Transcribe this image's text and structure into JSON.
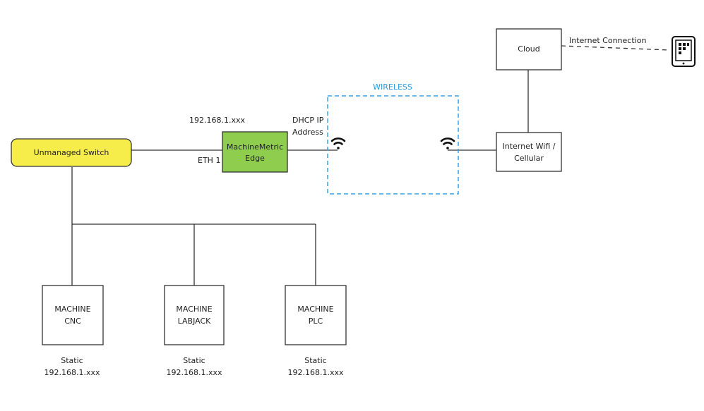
{
  "colors": {
    "switch_fill": "#f7ed4a",
    "edge_fill": "#8fcd4f",
    "wireless_border": "#3aa0e6",
    "wireless_text": "#2b9be0",
    "line": "#333333"
  },
  "nodes": {
    "switch": "Unmanaged Switch",
    "edge_line1": "MachineMetric",
    "edge_line2": "Edge",
    "cloud": "Cloud",
    "wifi_line1": "Internet Wifi /",
    "wifi_line2": "Cellular",
    "machines": [
      {
        "line1": "MACHINE",
        "line2": "CNC",
        "static": "Static",
        "ip": "192.168.1.xxx"
      },
      {
        "line1": "MACHINE",
        "line2": "LABJACK",
        "static": "Static",
        "ip": "192.168.1.xxx"
      },
      {
        "line1": "MACHINE",
        "line2": "PLC",
        "static": "Static",
        "ip": "192.168.1.xxx"
      }
    ]
  },
  "labels": {
    "edge_ip": "192.168.1.xxx",
    "eth": "ETH 1",
    "dhcp_line1": "DHCP IP",
    "dhcp_line2": "Address",
    "wireless": "WIRELESS",
    "internet_connection": "Internet Connection"
  },
  "icons": {
    "wifi_left": "wifi-icon",
    "wifi_right": "wifi-icon",
    "tablet": "tablet-icon"
  }
}
